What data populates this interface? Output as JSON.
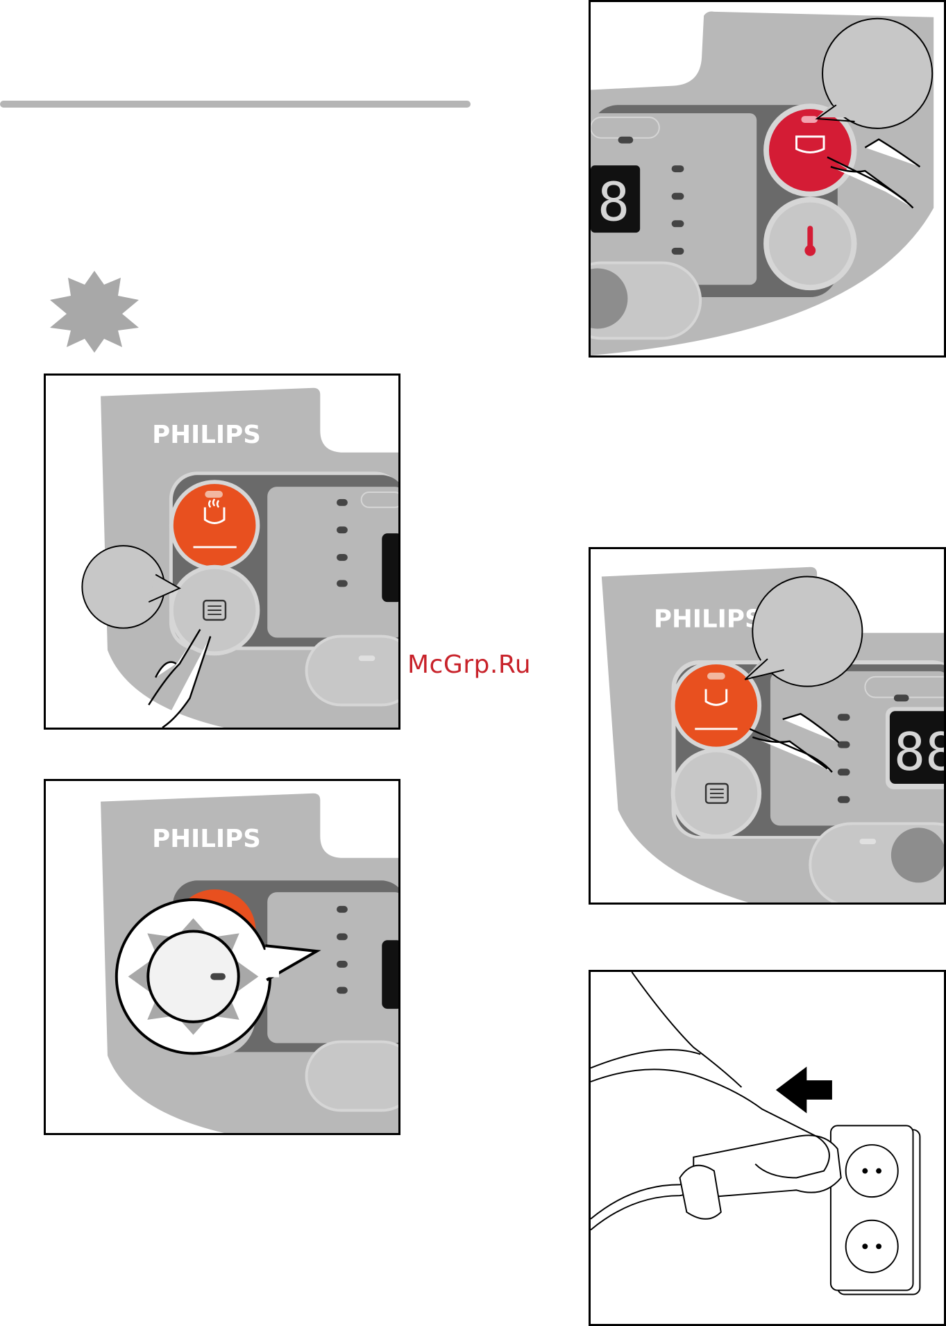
{
  "brand": "PHILIPS",
  "watermark": "McGrp.Ru",
  "colors": {
    "panel_grey": "#b8b8b8",
    "panel_dark": "#6a6a6a",
    "button_orange": "#e8501f",
    "button_red": "#d41c35",
    "button_grey": "#c7c7c7",
    "display_black": "#111111",
    "watermark_red": "#c8222a"
  },
  "icons": {
    "cooking_button": "steam-pot-icon",
    "menu_button": "menu-list-icon",
    "keep_warm_button": "pot-flame-icon",
    "temperature_button": "thermometer-icon",
    "unplug_arrow": "arrow-left-icon",
    "highlight_burst": "starburst-icon"
  },
  "display": {
    "digits_partial_top": "8",
    "digits_partial_right": "88"
  }
}
